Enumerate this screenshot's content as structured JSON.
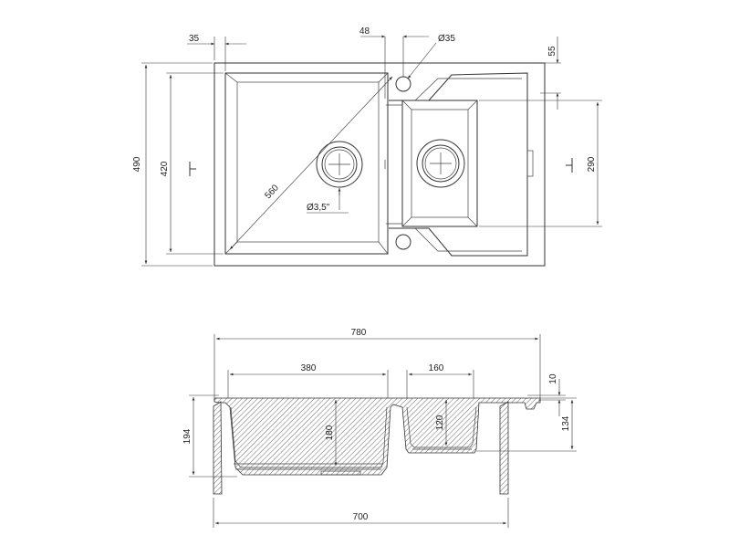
{
  "dimensions": {
    "top_view": {
      "d35": "35",
      "d48": "48",
      "d_tap_hole": "Ø35",
      "d55": "55",
      "d490": "490",
      "d420": "420",
      "d560": "560",
      "d_drain": "Ø3,5\"",
      "d290": "290"
    },
    "section_view": {
      "d780": "780",
      "d380": "380",
      "d160": "160",
      "d10": "10",
      "d194": "194",
      "d180": "180",
      "d120": "120",
      "d134": "134",
      "d700": "700"
    }
  },
  "colors": {
    "line": "#333333",
    "background": "#ffffff"
  }
}
